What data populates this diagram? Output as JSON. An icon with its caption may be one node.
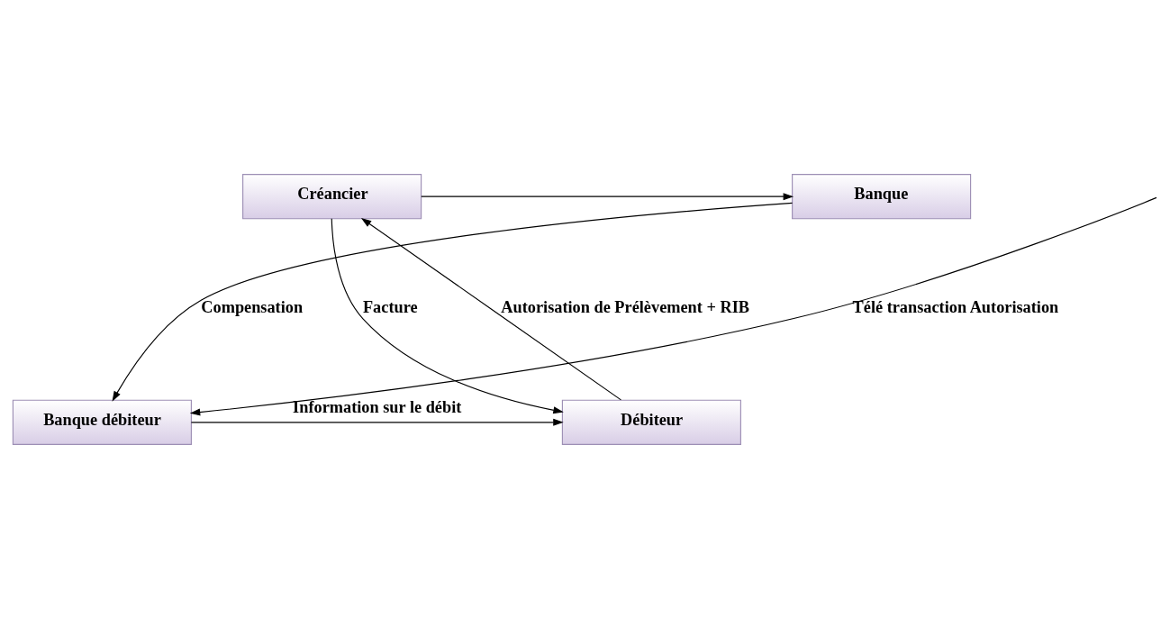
{
  "diagram": {
    "nodes": [
      {
        "text": [
          "Créancier"
        ]
      },
      {
        "text": [
          "Banque"
        ]
      },
      {
        "text": [
          "Débiteur"
        ]
      },
      {
        "text": [
          "Banque débiteur"
        ]
      }
    ],
    "edges": [
      {
        "from": 0,
        "to": 1,
        "arrow": "to"
      },
      {
        "from": 0,
        "to": 2,
        "arrow": "to",
        "label": "Facture"
      },
      {
        "from": 2,
        "to": 0,
        "arrow": "to",
        "label": "Autorisation de Prélèvement + RIB"
      },
      {
        "from": null,
        "to": 3,
        "arrow": "to",
        "label": "Télé transaction Autorisation"
      },
      {
        "from": 1,
        "to": 3,
        "arrow": "to",
        "label": "Compensation"
      },
      {
        "from": 3,
        "to": 2,
        "arrow": "to",
        "label": "Information sur le débit"
      }
    ]
  }
}
